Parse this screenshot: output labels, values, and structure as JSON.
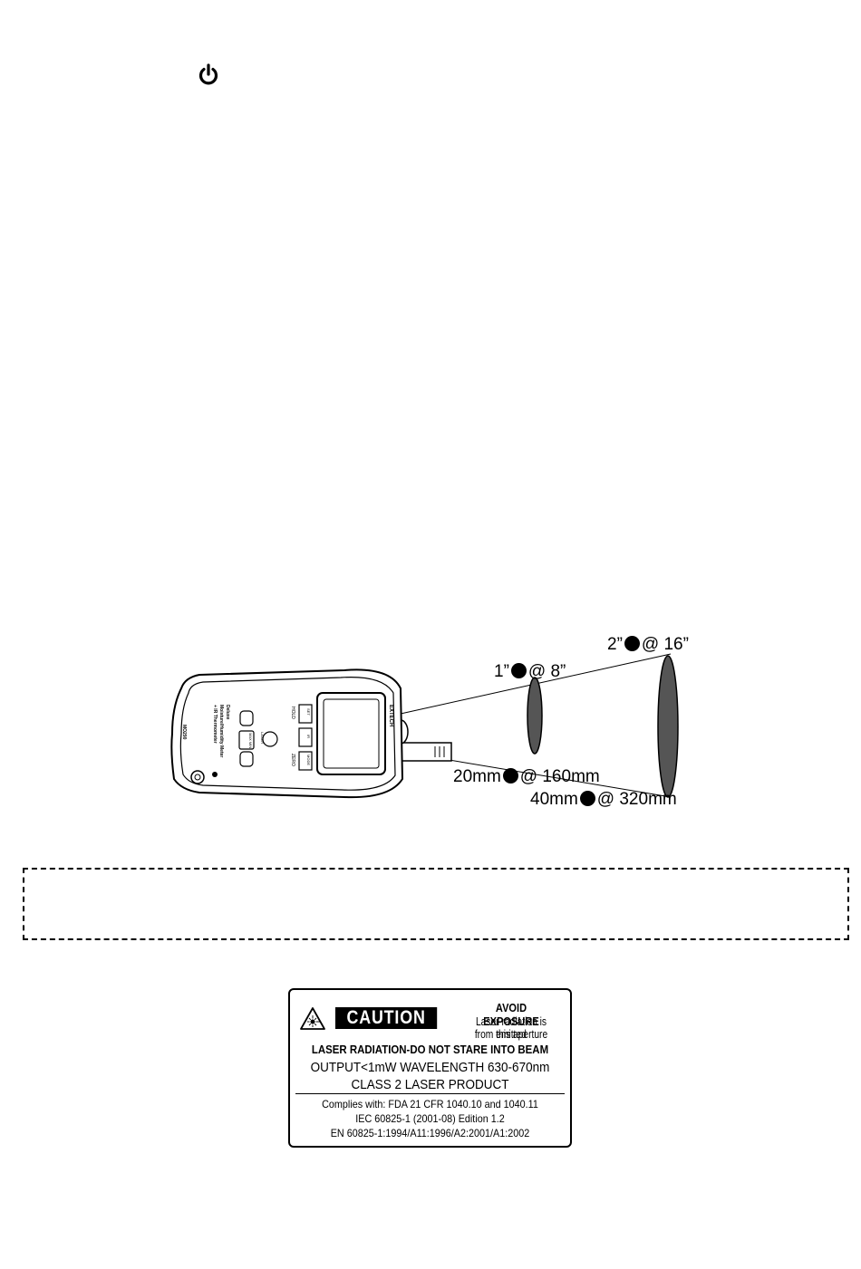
{
  "diagram": {
    "spot_small": {
      "imperial": "1”",
      "imperial_distance": "@ 8”",
      "metric": "20mm",
      "metric_distance": "@ 160mm"
    },
    "spot_large": {
      "imperial": "2”",
      "imperial_distance": "@ 16”",
      "metric": "40mm",
      "metric_distance": "@ 320mm"
    },
    "meter": {
      "brand": "EXTECH",
      "title_1": "Deluxe",
      "title_2": "Moisture/Humidity Meter",
      "title_3": "+ IR Thermometer",
      "model": "MO290",
      "btn_hold": "HOLD",
      "btn_set": "SET",
      "btn_mode": "MODE",
      "btn_zero": "ZERO",
      "btn_max_min": "MAX MIN",
      "btn_ir": "IR",
      "btn_laser": "LASER"
    }
  },
  "caution_label": {
    "banner": "CAUTION",
    "avoid_title": "AVOID EXPOSURE",
    "avoid_line_1": "Laser radiation is emitted",
    "avoid_line_2": "from this aperture",
    "line_radiation": "LASER RADIATION-DO NOT STARE INTO BEAM",
    "line_output": "OUTPUT<1mW WAVELENGTH 630-670nm",
    "line_class": "CLASS 2  LASER PRODUCT",
    "comply_1": "Complies with: FDA 21 CFR 1040.10 and 1040.11",
    "comply_2": "IEC 60825-1 (2001-08) Edition 1.2",
    "comply_3": "EN 60825-1:1994/A11:1996/A2:2001/A1:2002"
  },
  "icons": {
    "power": "power-icon",
    "laser_warning": "laser-warning-triangle-icon"
  }
}
